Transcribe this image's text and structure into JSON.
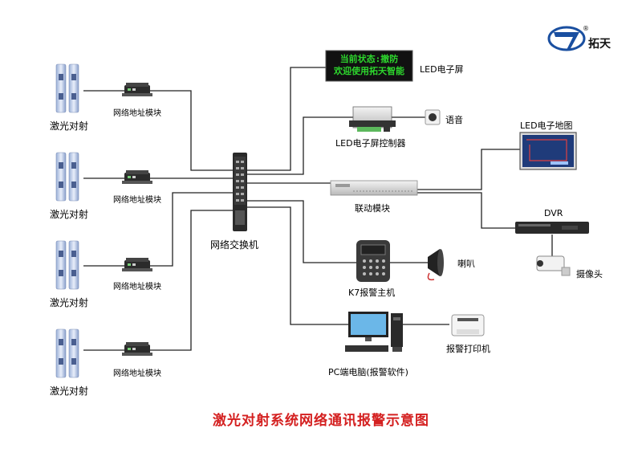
{
  "title": "激光对射系统网络通讯报警示意图",
  "brand": {
    "name": "拓天",
    "registered": "®"
  },
  "labels": {
    "laser": "激光对射",
    "net_module": "网络地址模块",
    "switch": "网络交换机",
    "led_screen": "LED电子屏",
    "led_line1": "当前状态:撤防",
    "led_line2": "欢迎使用拓天智能",
    "led_controller": "LED电子屏控制器",
    "voice": "语音",
    "led_map": "LED电子地图",
    "linkage": "联动模块",
    "dvr": "DVR",
    "camera": "摄像头",
    "k7": "K7报警主机",
    "horn": "喇叭",
    "pc": "PC端电脑(报警软件)",
    "printer": "报警打印机"
  },
  "colors": {
    "title": "#d42020",
    "led_text": "#2dd62d",
    "brand_blue": "#1a4fa0"
  }
}
